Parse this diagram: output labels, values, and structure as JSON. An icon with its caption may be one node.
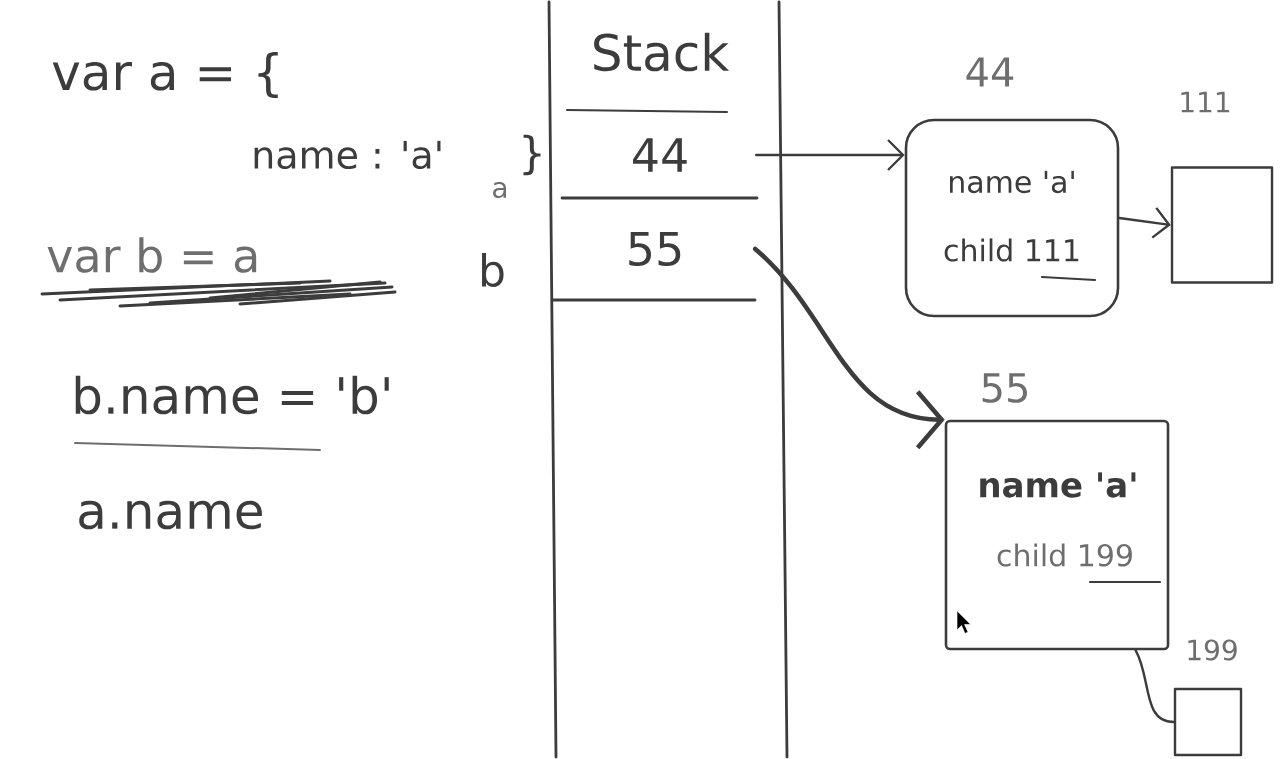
{
  "diagram": {
    "nodes": [
      {
        "text": [
          "Stack"
        ]
      },
      {
        "text": [
          "44"
        ],
        "in": 0,
        "beside": [
          "a"
        ]
      },
      {
        "text": [
          "55"
        ],
        "in": 0,
        "beside": [
          "b"
        ]
      },
      {
        "text": [
          "name 'a'",
          "child 111"
        ],
        "beside": [
          "44"
        ]
      },
      {
        "text": [],
        "shape": "box",
        "beside": [
          "111"
        ]
      },
      {
        "text": [
          "name 'a'",
          "child 199"
        ],
        "beside": [
          "55"
        ]
      },
      {
        "text": [],
        "shape": "box",
        "beside": [
          "199"
        ]
      }
    ],
    "edges": [
      {
        "from": 1,
        "to": 3,
        "arrow": "to"
      },
      {
        "from": 2,
        "to": 5,
        "arrow": "to",
        "style": "thick"
      },
      {
        "from": 3,
        "to": 4,
        "arrow": "to"
      },
      {
        "from": 5,
        "to": 6,
        "arrow": "none"
      }
    ],
    "labels": [
      "var a = {",
      "name : 'a'",
      "}",
      "var b = a",
      "b.name = 'b'",
      "a.name"
    ]
  }
}
